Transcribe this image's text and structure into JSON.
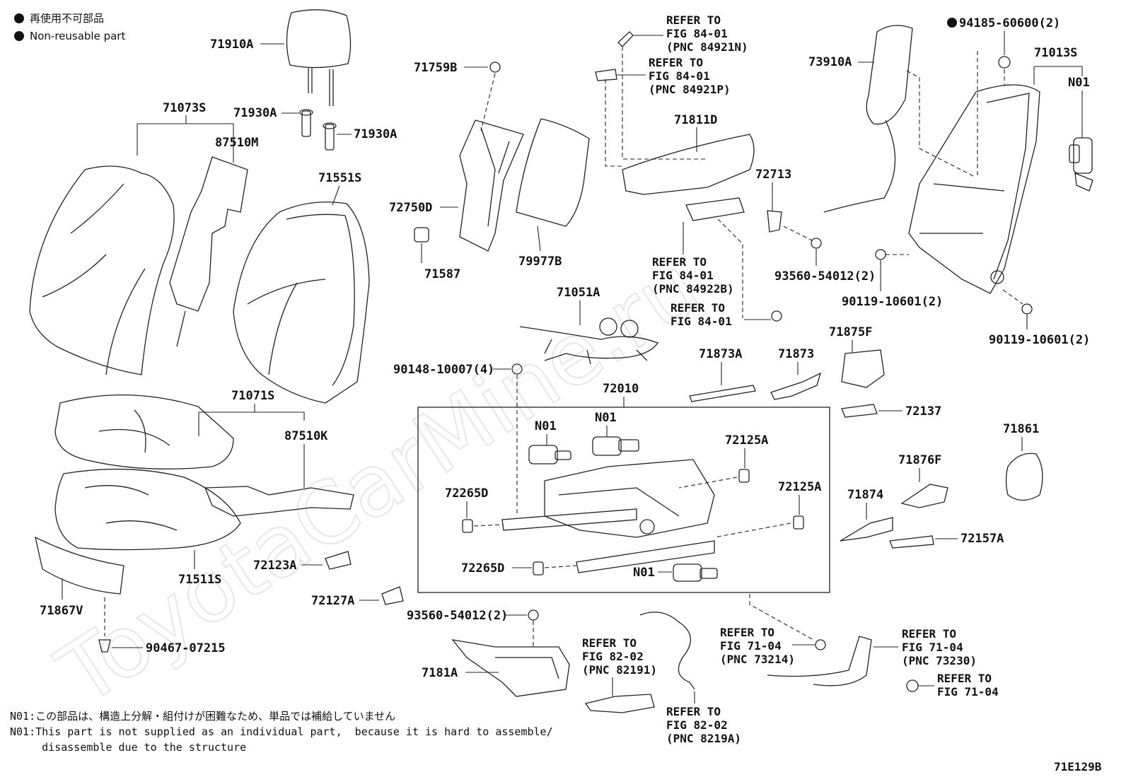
{
  "legend": {
    "mark_jp": "再使用不可部品",
    "mark_en": "Non-reusable part"
  },
  "watermark": "ToyotaCarMine.ru",
  "diagram_code": "71E129B",
  "footnotes": [
    "N01:この部品は、構造上分解・組付けが困難なため、単品では補給していません",
    "N01:This part is not supplied as an individual part,  because it is hard to assemble/",
    "     disassemble due to the structure"
  ],
  "parts": {
    "p71910A": "71910A",
    "p71073S": "71073S",
    "p71930A_a": "71930A",
    "p71930A_b": "71930A",
    "p87510M": "87510M",
    "p71551S": "71551S",
    "p71759B": "71759B",
    "p72750D": "72750D",
    "p71587": "71587",
    "p79977B": "79977B",
    "p71811D": "71811D",
    "p72713": "72713",
    "p73910A": "73910A",
    "p94185": "94185-60600(2)",
    "p71013S": "71013S",
    "p N01_top": "N01",
    "pN01_top": "N01",
    "p93560_a": "93560-54012(2)",
    "p90119_a": "90119-10601(2)",
    "p90119_b": "90119-10601(2)",
    "p71051A": "71051A",
    "p90148": "90148-10007(4)",
    "p71071S": "71071S",
    "p87510K": "87510K",
    "p72010": "72010",
    "pN01_a": "N01",
    "pN01_b": "N01",
    "pN01_c": "N01",
    "p72125A_a": "72125A",
    "p72125A_b": "72125A",
    "p72265D_a": "72265D",
    "p72265D_b": "72265D",
    "p71873A": "71873A",
    "p71873": "71873",
    "p71875F": "71875F",
    "p72137": "72137",
    "p71861": "71861",
    "p71876F": "71876F",
    "p71874": "71874",
    "p72157A": "72157A",
    "p71511S": "71511S",
    "p72123A": "72123A",
    "p72127A": "72127A",
    "p71867V": "71867V",
    "p90467": "90467-07215",
    "p93560_b": "93560-54012(2)",
    "p7181A": "7181A"
  },
  "refs": {
    "r1": [
      "REFER TO",
      "FIG 84-01",
      "(PNC 84921N)"
    ],
    "r2": [
      "REFER TO",
      "FIG 84-01",
      "(PNC 84921P)"
    ],
    "r3": [
      "REFER TO",
      "FIG 84-01",
      "(PNC 84922B)"
    ],
    "r4": [
      "REFER TO",
      "FIG 84-01"
    ],
    "r5": [
      "REFER TO",
      "FIG 71-04",
      "(PNC 73214)"
    ],
    "r6": [
      "REFER TO",
      "FIG 71-04",
      "(PNC 73230)"
    ],
    "r7": [
      "REFER TO",
      "FIG 71-04"
    ],
    "r8": [
      "REFER TO",
      "FIG 82-02",
      "(PNC 82191)"
    ],
    "r9": [
      "REFER TO",
      "FIG 82-02",
      "(PNC 8219A)"
    ]
  }
}
